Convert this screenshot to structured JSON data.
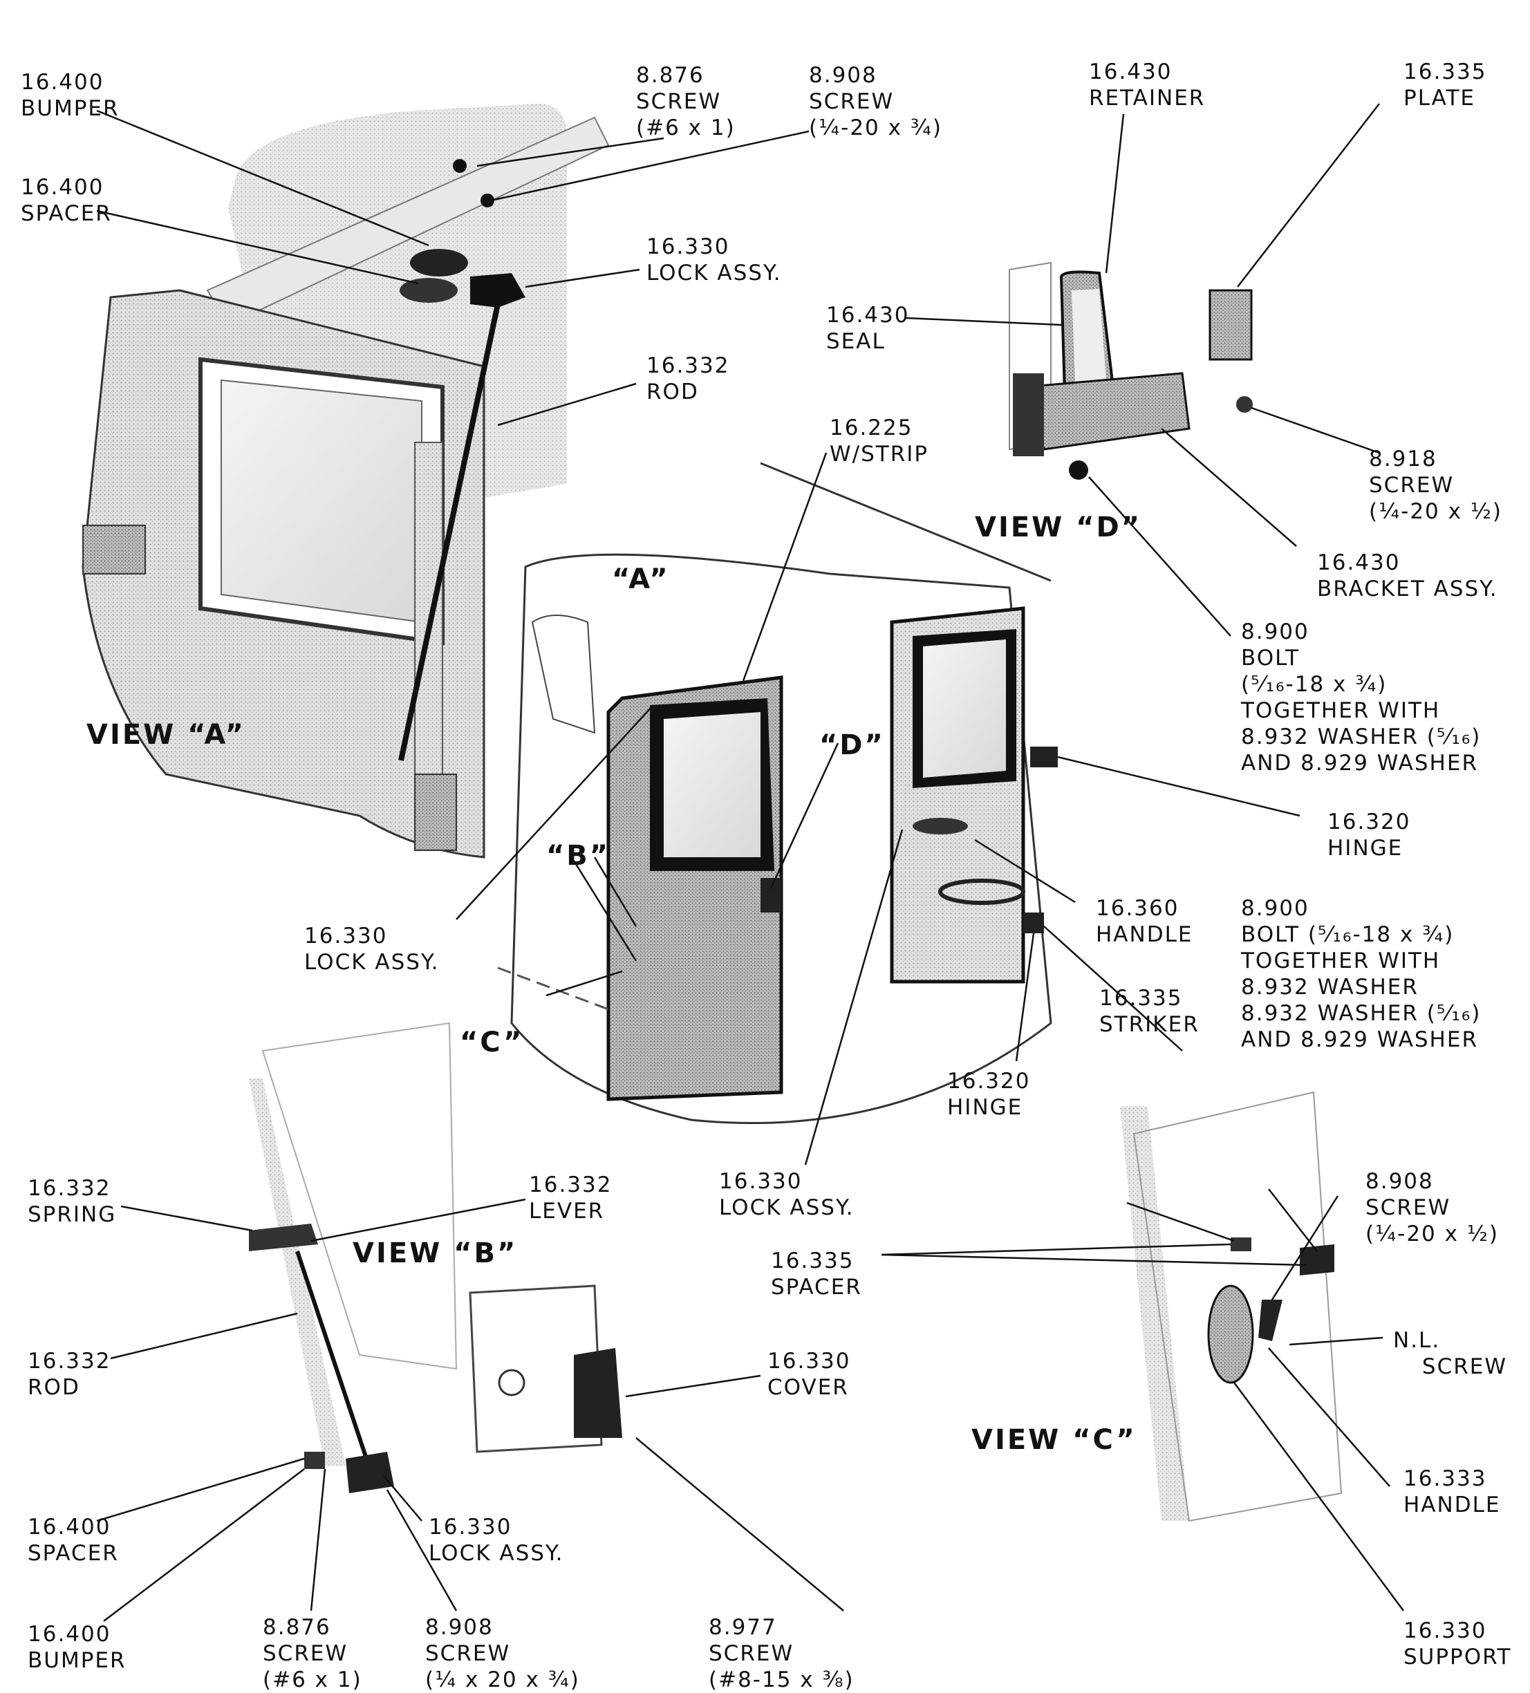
{
  "views": {
    "view_a": "VIEW “A”",
    "view_b": "VIEW “B”",
    "view_c": "VIEW “C”",
    "view_d": "VIEW “D”",
    "callout_a": "“A”",
    "callout_b": "“B”",
    "callout_c": "“C”",
    "callout_d": "“D”"
  },
  "labels": {
    "bumper_top": [
      "16.400",
      "BUMPER"
    ],
    "spacer_top": [
      "16.400",
      "SPACER"
    ],
    "screw_8876_top": [
      "8.876",
      "SCREW",
      "(#6 x 1)"
    ],
    "screw_8908_top": [
      "8.908",
      "SCREW",
      "(¼-20 x ¾)"
    ],
    "lock_top": [
      "16.330",
      "LOCK ASSY."
    ],
    "rod_top": [
      "16.332",
      "ROD"
    ],
    "wstrip": [
      "16.225",
      "W/STRIP"
    ],
    "retainer": [
      "16.430",
      "RETAINER"
    ],
    "plate": [
      "16.335",
      "PLATE"
    ],
    "seal": [
      "16.430",
      "SEAL"
    ],
    "screw_8918": [
      "8.918",
      "SCREW",
      "(¼-20 x ½)"
    ],
    "bracket": [
      "16.430",
      "BRACKET ASSY."
    ],
    "bolt_d": [
      "8.900",
      "BOLT",
      "(⁵⁄₁₆-18 x ¾)",
      "TOGETHER WITH",
      "8.932 WASHER (⁵⁄₁₆)",
      "AND 8.929 WASHER"
    ],
    "hinge_right": [
      "16.320",
      "HINGE"
    ],
    "handle_mid": [
      "16.360",
      "HANDLE"
    ],
    "bolt_c": [
      "8.900",
      "BOLT (⁵⁄₁₆-18 x ¾)",
      "TOGETHER WITH",
      "8.932 WASHER",
      "8.932 WASHER (⁵⁄₁₆)",
      "AND 8.929 WASHER"
    ],
    "striker": [
      "16.335",
      "STRIKER"
    ],
    "hinge_bottom": [
      "16.320",
      "HINGE"
    ],
    "lock_mid_left": [
      "16.330",
      "LOCK ASSY."
    ],
    "lock_mid_bottom": [
      "16.330",
      "LOCK ASSY."
    ],
    "screw_8908_c": [
      "8.908",
      "SCREW",
      "(¼-20 x ½)"
    ],
    "spacer_c": [
      "16.335",
      "SPACER"
    ],
    "nl_screw": [
      "N.L.",
      "SCREW"
    ],
    "handle_c": [
      "16.333",
      "HANDLE"
    ],
    "support_c": [
      "16.330",
      "SUPPORT"
    ],
    "spring_b": [
      "16.332",
      "SPRING"
    ],
    "lever_b": [
      "16.332",
      "LEVER"
    ],
    "rod_b": [
      "16.332",
      "ROD"
    ],
    "cover_b": [
      "16.330",
      "COVER"
    ],
    "spacer_b": [
      "16.400",
      "SPACER"
    ],
    "lock_b": [
      "16.330",
      "LOCK ASSY."
    ],
    "bumper_b": [
      "16.400",
      "BUMPER"
    ],
    "screw_8876_b": [
      "8.876",
      "SCREW",
      "(#6 x 1)"
    ],
    "screw_8908_b": [
      "8.908",
      "SCREW",
      "(¼ x 20 x ¾)"
    ],
    "screw_8977_b": [
      "8.977",
      "SCREW",
      "(#8-15 x ⅜)"
    ]
  }
}
